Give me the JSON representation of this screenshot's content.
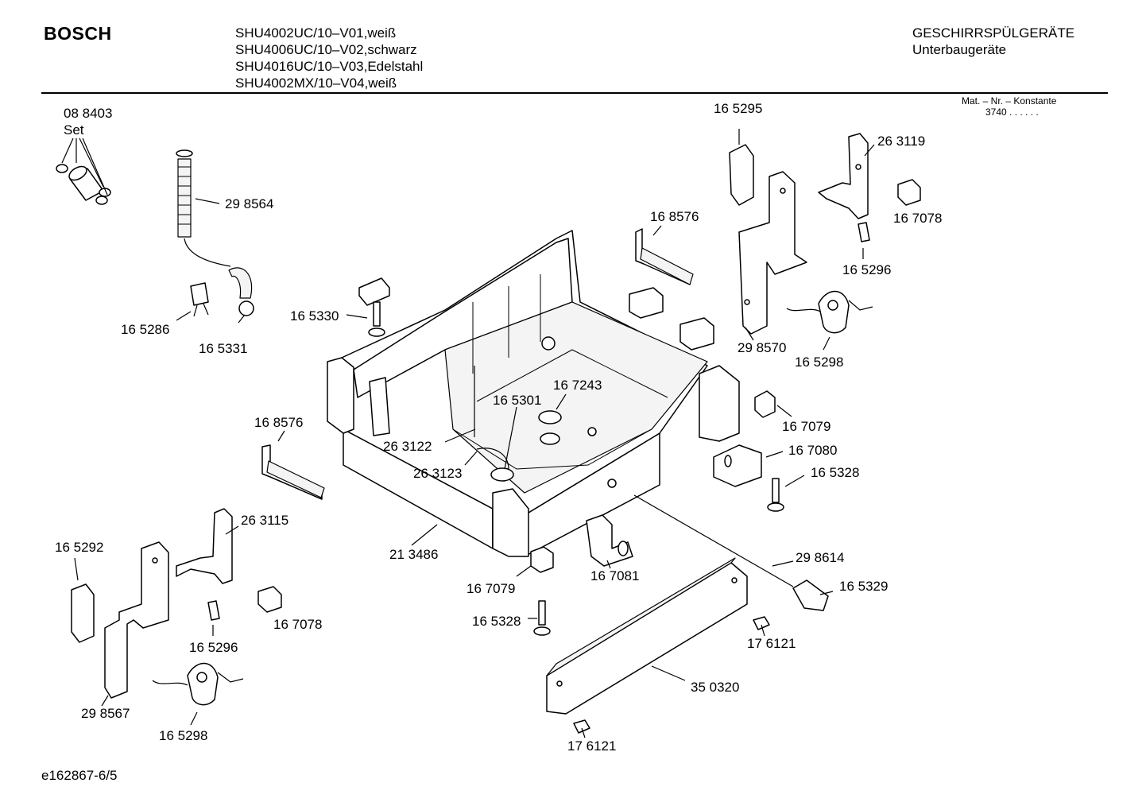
{
  "header": {
    "brand": "BOSCH",
    "models": [
      "SHU4002UC/10–V01,weiß",
      "SHU4006UC/10–V02,schwarz",
      "SHU4016UC/10–V03,Edelstahl",
      "SHU4002MX/10–V04,weiß"
    ],
    "category": "GESCHIRRSPÜLGERÄTE",
    "subcategory": "Unterbaugeräte",
    "matnr_label": "Mat. – Nr. – Konstante",
    "matnr_value": "3740 . . . . . ."
  },
  "footer": {
    "doc_id": "e162867-6/5"
  },
  "parts": {
    "p088403": "08 8403",
    "set": "Set",
    "p298564": "29 8564",
    "p165286": "16 5286",
    "p165331": "16 5331",
    "p165330": "16 5330",
    "p165295": "16 5295",
    "p263119": "26 3119",
    "p167078a": "16 7078",
    "p168576a": "16 8576",
    "p165296a": "16 5296",
    "p298570": "29 8570",
    "p165298a": "16 5298",
    "p167243": "16 7243",
    "p165301": "16 5301",
    "p263122": "26 3122",
    "p263123": "26 3123",
    "p168576b": "16 8576",
    "p167079a": "16 7079",
    "p167080": "16 7080",
    "p165328a": "16 5328",
    "p263115": "26 3115",
    "p165292": "16 5292",
    "p213486": "21 3486",
    "p298614": "29 8614",
    "p165329": "16 5329",
    "p167079b": "16 7079",
    "p167081": "16 7081",
    "p167078b": "16 7078",
    "p165296b": "16 5296",
    "p165328b": "16 5328",
    "p176121a": "17 6121",
    "p350320": "35 0320",
    "p298567": "29 8567",
    "p165298b": "16 5298",
    "p176121b": "17 6121"
  }
}
